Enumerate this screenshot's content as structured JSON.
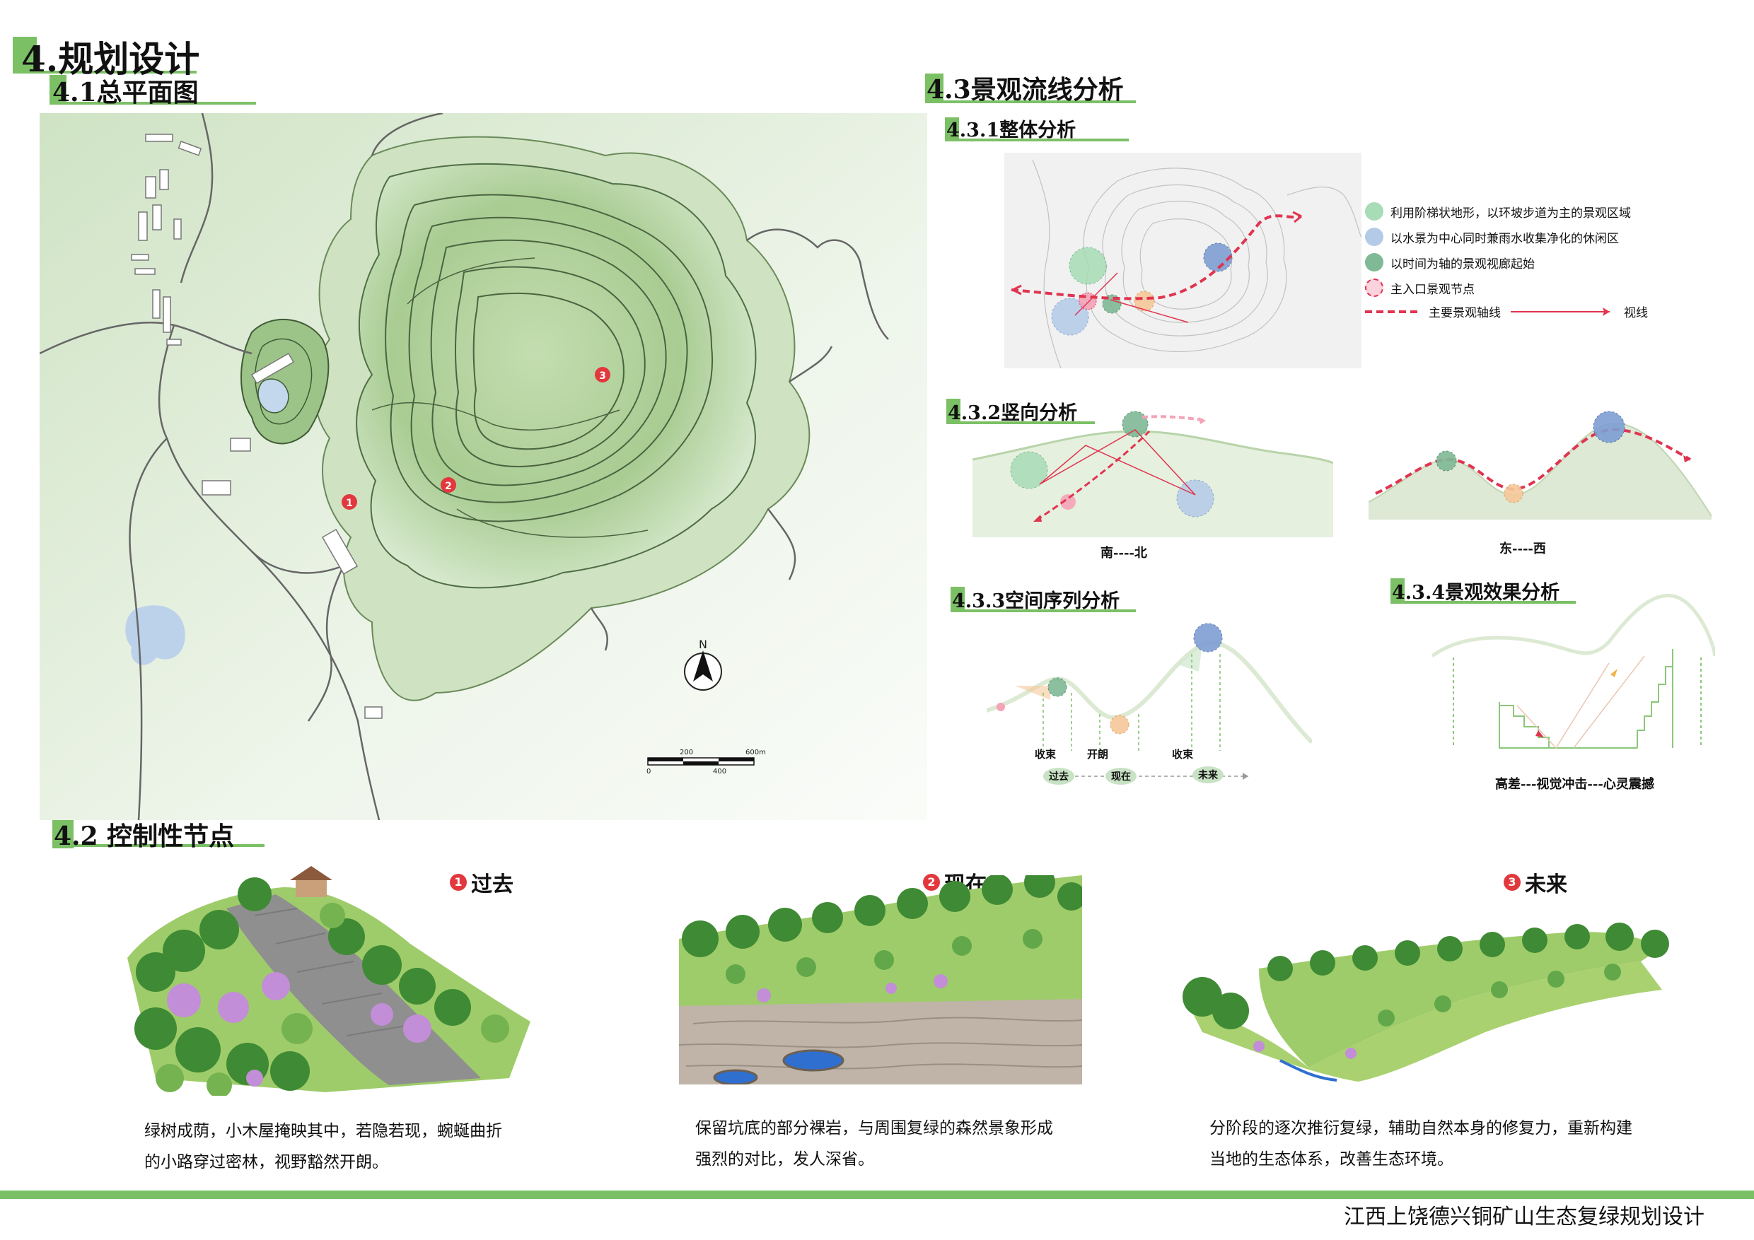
{
  "page": {
    "title": "4.规划设计",
    "footer": "江西上饶德兴铜矿山生态复绿规划设计"
  },
  "section_41": {
    "title": "4.1总平面图",
    "markers": [
      "1",
      "2",
      "3"
    ],
    "north_label": "N",
    "scale_labels": {
      "a": "200",
      "b": "600m",
      "c": "0",
      "d": "400"
    }
  },
  "section_43": {
    "title": "4.3景观流线分析",
    "s431": {
      "title": "4.3.1整体分析",
      "legend": [
        {
          "text": "利用阶梯状地形，以环坡步道为主的景观区域",
          "color": "#a8dcb6"
        },
        {
          "text": "以水景为中心同时兼雨水收集净化的休闲区",
          "color": "#b4cbe8"
        },
        {
          "text": "以时间为轴的景观视廊起始",
          "color": "#7fb996"
        },
        {
          "text": "主入口景观节点",
          "color": "#f4a3b8"
        }
      ],
      "axis_label": "主要景观轴线",
      "sight_label": "视线"
    },
    "s432": {
      "title": "4.3.2竖向分析",
      "left_caption": "南----北",
      "right_caption": "东----西"
    },
    "s433": {
      "title": "4.3.3空间序列分析",
      "labels": [
        "收束",
        "开朗",
        "收束"
      ],
      "times": [
        "过去",
        "现在",
        "未来"
      ]
    },
    "s434": {
      "title": "4.3.4景观效果分析",
      "caption": "高差---视觉冲击---心灵震撼"
    }
  },
  "section_42": {
    "title": "4.2 控制性节点",
    "nodes": [
      {
        "num": "1",
        "label": "过去",
        "desc_line1": "绿树成荫，小木屋掩映其中，若隐若现，蜿蜒曲折",
        "desc_line2": "的小路穿过密林，视野豁然开朗。"
      },
      {
        "num": "2",
        "label": "现在",
        "desc_line1": "保留坑底的部分裸岩，与周围复绿的森然景象形成",
        "desc_line2": "强烈的对比，发人深省。"
      },
      {
        "num": "3",
        "label": "未来",
        "desc_line1": "分阶段的逐次推衍复绿，辅助自然本身的修复力，重新构建",
        "desc_line2": "当地的生态体系，改善生态环境。"
      }
    ]
  },
  "colors": {
    "accent": "#7cc066",
    "marker": "#e2383d",
    "axis": "#e0344f"
  }
}
